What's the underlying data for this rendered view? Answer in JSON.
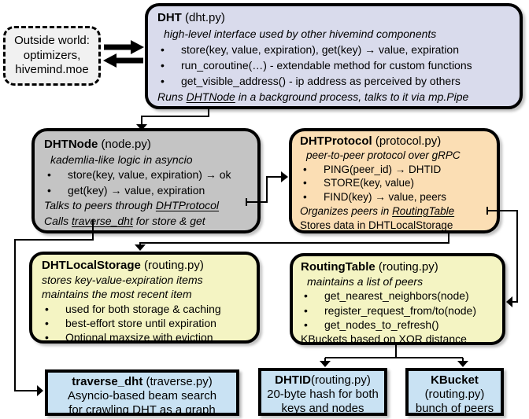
{
  "colors": {
    "dht": "#d9dbec",
    "node": "#c4c4c4",
    "protocol": "#fbdeb4",
    "storage": "#f4f4c3",
    "blue": "#c9e2f3",
    "outside": "#f1f1f1"
  },
  "outside": {
    "lines": [
      "Outside world:",
      "optimizers,",
      "hivemind.moe"
    ]
  },
  "dht": {
    "title_bold": "DHT",
    "title_rest": " (dht.py)",
    "subtitle": "high-level interface used by other hivemind components",
    "bullets": [
      "store(key, value, expiration), get(key) → value, expiration",
      "run_coroutine(…) - extendable method for custom functions",
      "get_visible_address() - ip address as perceived by others"
    ],
    "footer": {
      "pre": "Runs ",
      "link": "DHTNode",
      "post": " in a background process, talks to it via mp.Pipe"
    }
  },
  "dhtnode": {
    "title_bold": "DHTNode",
    "title_rest": " (node.py)",
    "subtitle": "kademlia-like logic in asyncio",
    "bullets": [
      "store(key, value, expiration) → ok",
      "get(key) → value, expiration"
    ],
    "footer1": {
      "pre": "Talks to peers through ",
      "link": "DHTProtocol",
      "post": ""
    },
    "footer2": {
      "pre": "Calls ",
      "link": "traverse_dht",
      "post": " for store & get"
    }
  },
  "dhtprotocol": {
    "title_bold": "DHTProtocol",
    "title_rest": " (protocol.py)",
    "subtitle": "peer-to-peer protocol over gRPC",
    "bullets": [
      "PING(peer_id) → DHTID",
      "STORE(key, value)",
      "FIND(key) → value, peers"
    ],
    "footer1": {
      "pre": "Organizes peers in ",
      "link": "RoutingTable",
      "post": ""
    },
    "footer2": {
      "pre": "Stores data in DHT",
      "link": "LocalStorage",
      "post": ""
    }
  },
  "localstorage": {
    "title_bold": "DHTLocalStorage",
    "title_rest": " (routing.py)",
    "subtitle1": "stores key-value-expiration items",
    "subtitle2": "maintains the most recent item",
    "bullets": [
      "used for both storage & caching",
      "best-effort store until expiration",
      "Optional maxsize with eviction"
    ]
  },
  "routingtable": {
    "title_bold": "RoutingTable",
    "title_rest": " (routing.py)",
    "subtitle": "maintains a list of peers",
    "bullets": [
      "get_nearest_neighbors(node)",
      "register_request_from/to(node)",
      "get_nodes_to_refresh()"
    ],
    "footer": "KBuckets based on XOR distance"
  },
  "traverse": {
    "title_bold": "traverse_dht",
    "title_rest": " (traverse.py)",
    "lines": [
      "Asyncio-based beam search",
      "for crawling DHT as a graph"
    ]
  },
  "dhtid": {
    "title_bold": "DHTID",
    "title_rest": "(routing.py)",
    "lines": [
      "20-byte hash for both",
      "keys and nodes"
    ]
  },
  "kbucket": {
    "title_bold": "KBucket",
    "lines": [
      "(routing.py)",
      "bunch of peers"
    ]
  }
}
